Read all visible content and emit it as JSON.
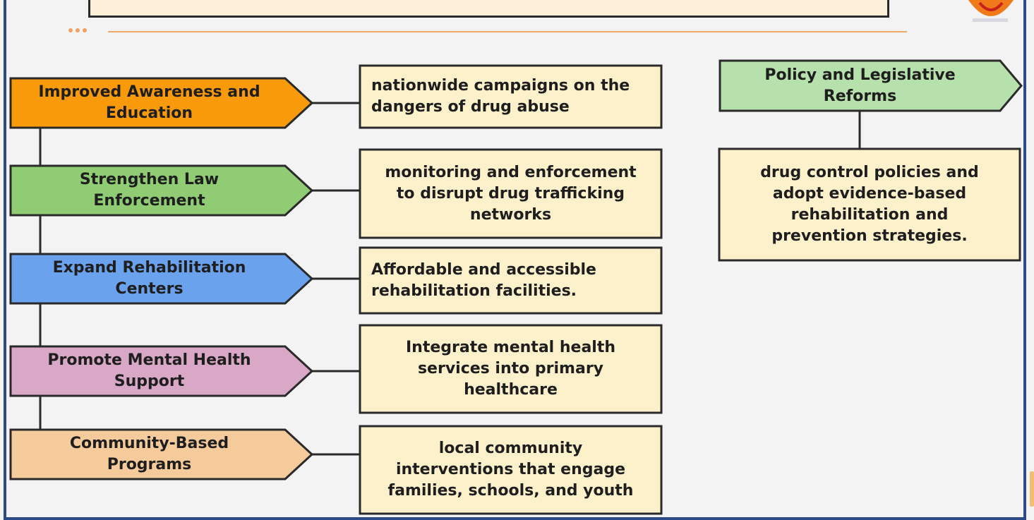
{
  "colors": {
    "frame": "#2c4a86",
    "title_fill": "#fdefd8",
    "description_fill": "#fdf1cc",
    "outline": "#2a2a2a",
    "accent_rule": "#f0a868"
  },
  "header": {
    "title": ""
  },
  "diagram": {
    "strategies": [
      {
        "title": "Improved Awareness and Education",
        "title_lines": [
          "Improved Awareness and",
          "Education"
        ],
        "fill": "#f99a0a",
        "description_lines": [
          "nationwide campaigns on the",
          "dangers of drug abuse"
        ]
      },
      {
        "title": "Strengthen Law Enforcement",
        "title_lines": [
          "Strengthen Law",
          "Enforcement"
        ],
        "fill": "#8fcc74",
        "description_lines": [
          "monitoring and enforcement",
          "to disrupt drug trafficking",
          "networks"
        ]
      },
      {
        "title": "Expand Rehabilitation Centers",
        "title_lines": [
          "Expand Rehabilitation",
          "Centers"
        ],
        "fill": "#6ba2ee",
        "description_lines": [
          "Affordable and accessible",
          "rehabilitation facilities."
        ]
      },
      {
        "title": "Promote Mental Health Support",
        "title_lines": [
          "Promote Mental Health",
          "Support"
        ],
        "fill": "#d8a8c6",
        "description_lines": [
          "Integrate mental health",
          "services into primary",
          "healthcare"
        ]
      },
      {
        "title": "Community-Based Programs",
        "title_lines": [
          "Community-Based",
          "Programs"
        ],
        "fill": "#f6cb9b",
        "description_lines": [
          "local community",
          "interventions that engage",
          "families, schools, and youth"
        ]
      }
    ],
    "policy": {
      "title": "Policy and Legislative Reforms",
      "title_lines": [
        "Policy and Legislative",
        "Reforms"
      ],
      "fill": "#b6e0ac",
      "description_lines": [
        "drug control policies and",
        "adopt evidence-based",
        "rehabilitation and",
        "prevention strategies."
      ]
    }
  },
  "logo": {
    "icon": "brand-logo-icon",
    "caption": ""
  }
}
